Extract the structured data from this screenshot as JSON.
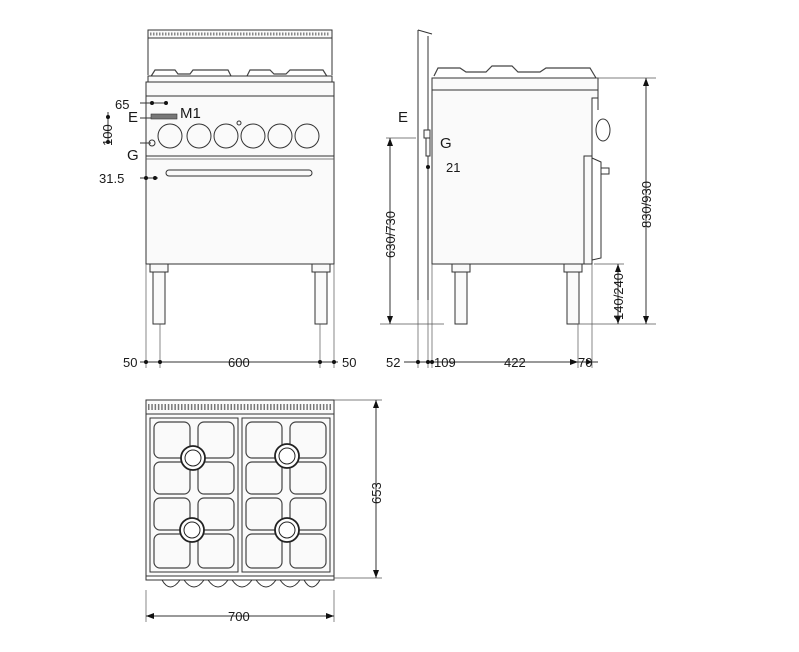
{
  "front": {
    "widths": [
      "50",
      "600",
      "50"
    ],
    "offsets": [
      "65",
      "100",
      "31.5"
    ],
    "connections": [
      "E",
      "G"
    ],
    "module": "M1"
  },
  "side": {
    "widths": [
      "52",
      "109",
      "422",
      "70"
    ],
    "heights": [
      "630/730",
      "830/930",
      "140/240"
    ],
    "connections": [
      "E",
      "G"
    ],
    "offset": "21"
  },
  "top": {
    "width": "700",
    "depth": "653"
  }
}
